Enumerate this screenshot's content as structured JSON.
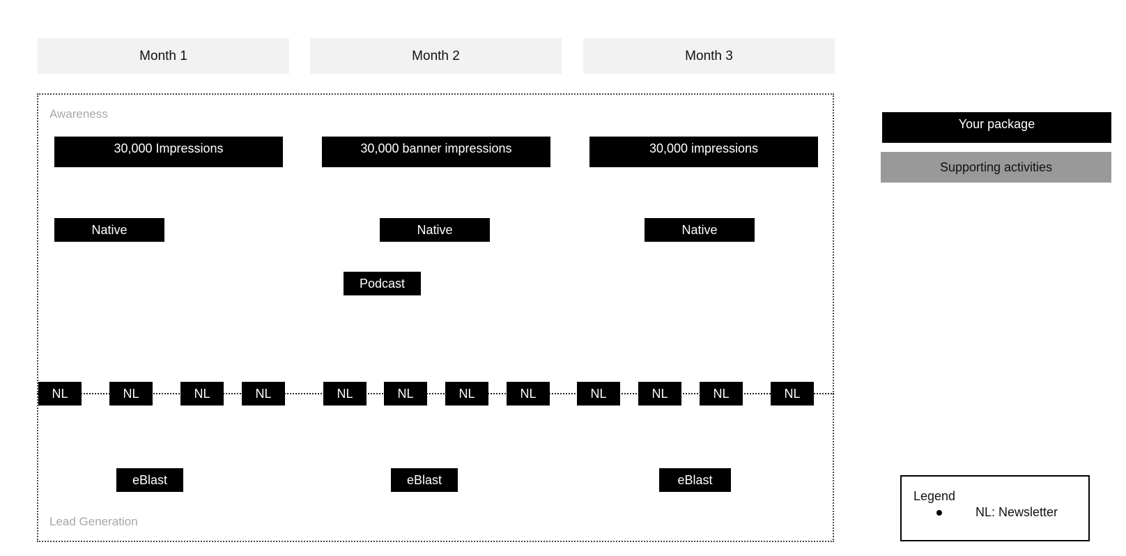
{
  "months": [
    "Month 1",
    "Month 2",
    "Month 3"
  ],
  "sections": {
    "awareness": "Awareness",
    "lead_generation": "Lead Generation"
  },
  "impressions": [
    "30,000 Impressions",
    "30,000 banner impressions",
    "30,000 impressions"
  ],
  "native": [
    "Native",
    "Native",
    "Native"
  ],
  "podcast": "Podcast",
  "newsletters": [
    "NL",
    "NL",
    "NL",
    "NL",
    "NL",
    "NL",
    "NL",
    "NL",
    "NL",
    "NL",
    "NL",
    "NL"
  ],
  "eblasts": [
    "eBlast",
    "eBlast",
    "eBlast"
  ],
  "key": {
    "your_package": "Your package",
    "supporting_activities": "Supporting activities",
    "your_package_color": "#000000",
    "supporting_color": "#999999"
  },
  "legend": {
    "title": "Legend",
    "items": [
      "NL: Newsletter"
    ]
  }
}
